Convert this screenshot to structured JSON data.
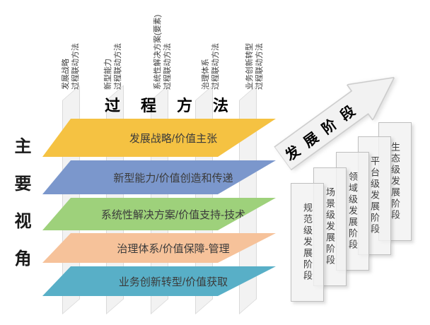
{
  "diagram": {
    "main_perspective_label": "主要视角",
    "process_method_title": "过程方法",
    "process_columns": [
      {
        "label": "发展战略\n过程联动方法"
      },
      {
        "label": "新型能力\n过程联动方法"
      },
      {
        "label": "系统性解决方案(要素)\n过程联动方法"
      },
      {
        "label": "治理体系\n过程联动方法"
      },
      {
        "label": "业务创新转型\n过程联动方法"
      }
    ],
    "layers": [
      {
        "label": "发展战略/价值主张",
        "color": "#F5C242"
      },
      {
        "label": "新型能力/价值创造和传递",
        "color": "#7B97CC"
      },
      {
        "label": "系统性解决方案/价值支持-技术",
        "color": "#9ED17B"
      },
      {
        "label": "治理体系/价值保障-管理",
        "color": "#F6C29A"
      },
      {
        "label": "业务创新转型/价值获取",
        "color": "#58AFC7"
      }
    ],
    "development_arrow_label": "发展阶段",
    "development_stages": [
      {
        "label": "规范级发展阶段"
      },
      {
        "label": "场景级发展阶段"
      },
      {
        "label": "领域级发展阶段"
      },
      {
        "label": "平台级发展阶段"
      },
      {
        "label": "生态级发展阶段"
      }
    ],
    "colors": {
      "plane_fill": "#F2F2F2",
      "plane_border": "#C9C9C9",
      "text_dark": "#3F3F3F"
    }
  }
}
